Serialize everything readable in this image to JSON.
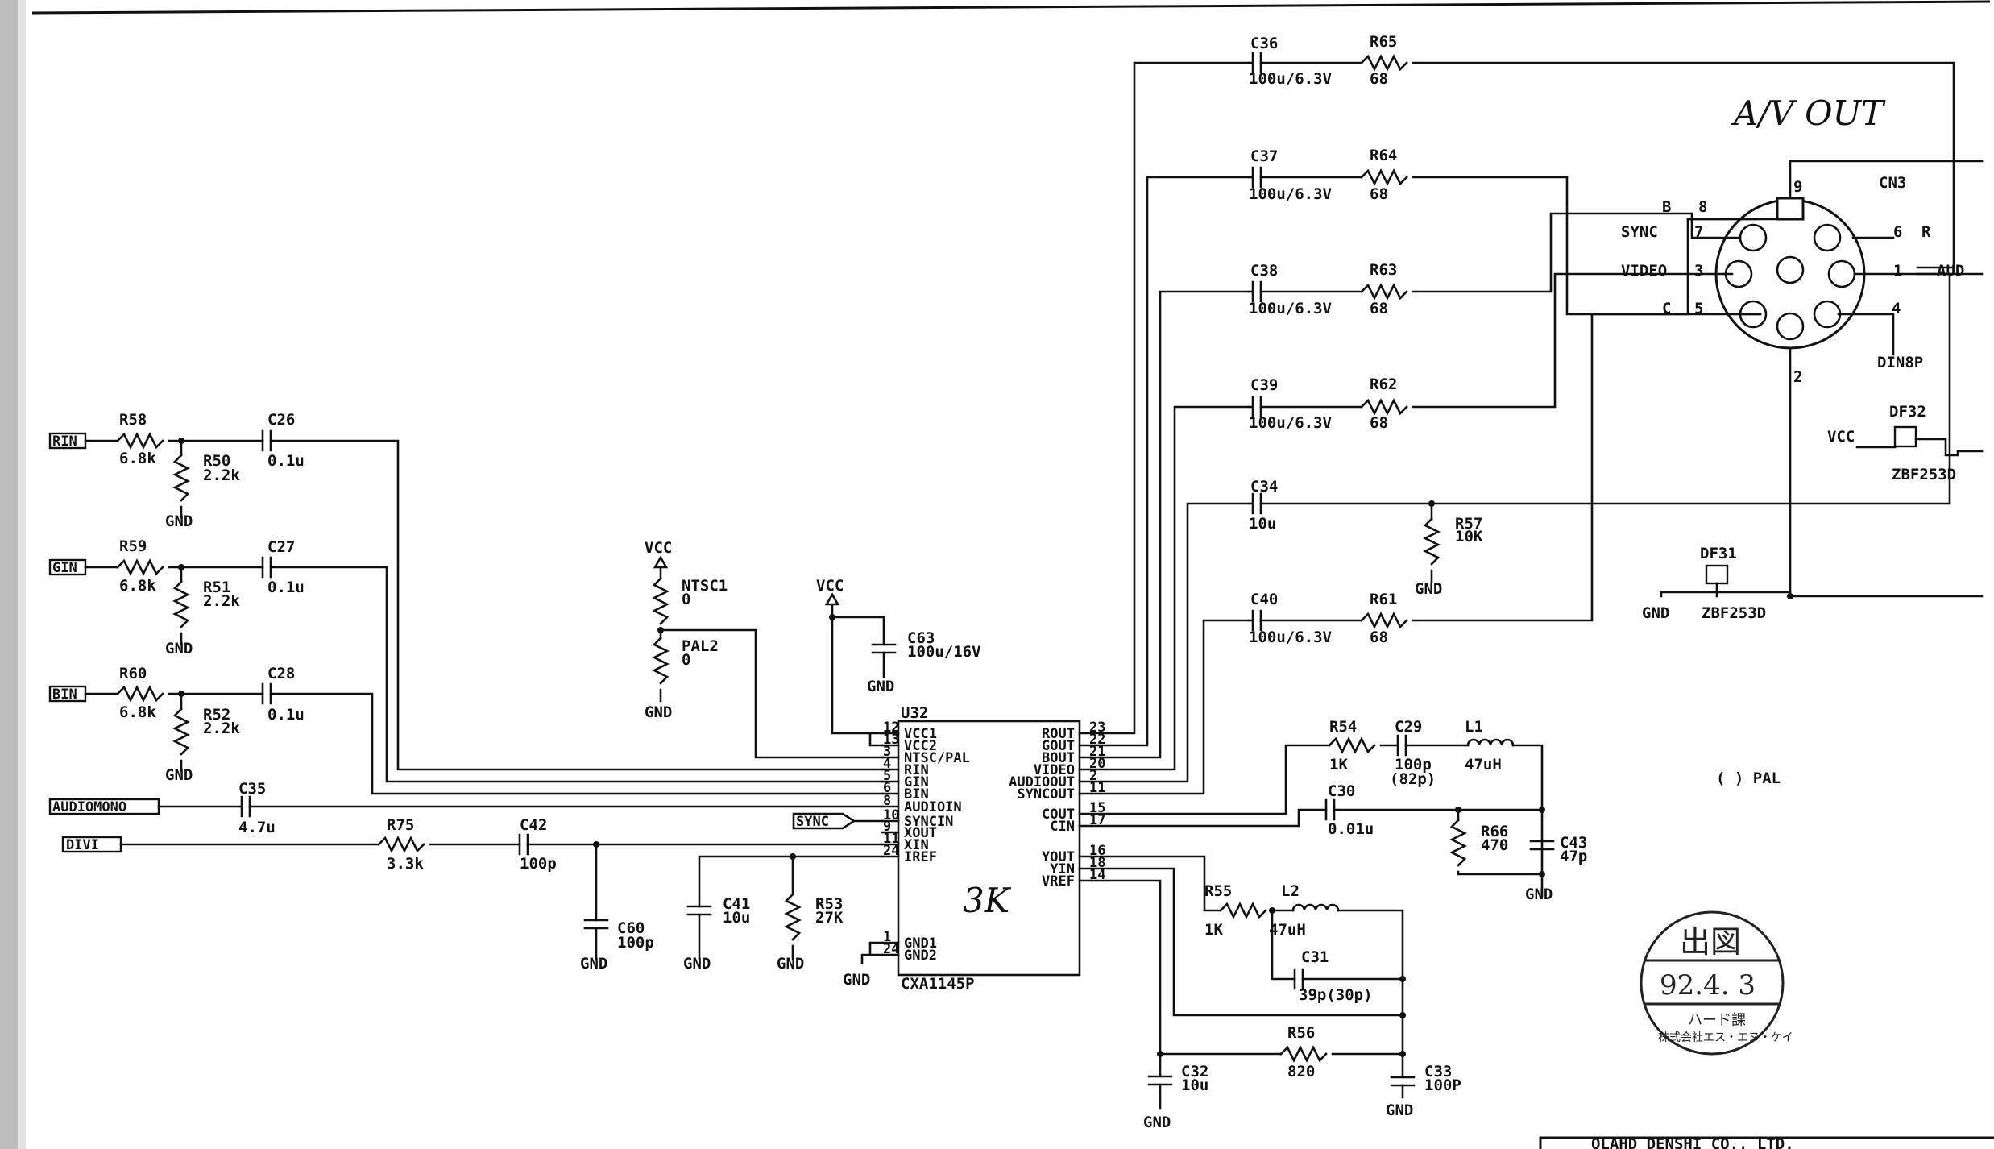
{
  "title_block": "OLAHD DENSHI CO., LTD.",
  "annotations": {
    "av_out": "A/V OUT",
    "note_3k": "3K",
    "pal_note": "( )  PAL"
  },
  "stamp": {
    "title": "出図",
    "date": "92.4. 3",
    "dept": "ハード課",
    "company": "株式会社エス・エヌ・ケイ"
  },
  "nets": {
    "rin": "RIN",
    "gin": "GIN",
    "bin": "BIN",
    "audiomono": "AUDIOMONO",
    "divi": "DIVI",
    "sync": "SYNC",
    "vcc": "VCC",
    "gnd": "GND"
  },
  "ic": {
    "ref": "U32",
    "part": "CXA1145P",
    "left_pins": [
      {
        "num": "12",
        "name": "VCC1"
      },
      {
        "num": "13",
        "name": "VCC2"
      },
      {
        "num": "3",
        "name": "NTSC/PAL"
      },
      {
        "num": "4",
        "name": "RIN"
      },
      {
        "num": "5",
        "name": "GIN"
      },
      {
        "num": "6",
        "name": "BIN"
      },
      {
        "num": "8",
        "name": "AUDIOIN"
      },
      {
        "num": "10",
        "name": "SYNCIN"
      },
      {
        "num": "9",
        "name": "XOUT"
      },
      {
        "num": "11",
        "name": "XIN"
      },
      {
        "num": "24",
        "name": "IREF"
      }
    ],
    "gnd_pins": [
      {
        "num": "1",
        "name": "GND1"
      },
      {
        "num": "24",
        "name": "GND2"
      }
    ],
    "right_pins": [
      {
        "num": "23",
        "name": "ROUT"
      },
      {
        "num": "22",
        "name": "GOUT"
      },
      {
        "num": "21",
        "name": "BOUT"
      },
      {
        "num": "20",
        "name": "VIDEO"
      },
      {
        "num": "2",
        "name": "AUDIOOUT"
      },
      {
        "num": "11",
        "name": "SYNCOUT"
      },
      {
        "num": "15",
        "name": "COUT"
      },
      {
        "num": "17",
        "name": "CIN"
      },
      {
        "num": "16",
        "name": "YOUT"
      },
      {
        "num": "18",
        "name": "YIN"
      },
      {
        "num": "14",
        "name": "VREF"
      }
    ]
  },
  "components": {
    "r58": {
      "ref": "R58",
      "val": "6.8k"
    },
    "r50": {
      "ref": "R50",
      "val": "2.2k"
    },
    "c26": {
      "ref": "C26",
      "val": "0.1u"
    },
    "r59": {
      "ref": "R59",
      "val": "6.8k"
    },
    "r51": {
      "ref": "R51",
      "val": "2.2k"
    },
    "c27": {
      "ref": "C27",
      "val": "0.1u"
    },
    "r60": {
      "ref": "R60",
      "val": "6.8k"
    },
    "r52": {
      "ref": "R52",
      "val": "2.2k"
    },
    "c28": {
      "ref": "C28",
      "val": "0.1u"
    },
    "c35": {
      "ref": "C35",
      "val": "4.7u"
    },
    "r75": {
      "ref": "R75",
      "val": "3.3k"
    },
    "c42": {
      "ref": "C42",
      "val": "100p"
    },
    "c60": {
      "ref": "C60",
      "val": "100p"
    },
    "c41": {
      "ref": "C41",
      "val": "10u"
    },
    "r53": {
      "ref": "R53",
      "val": "27K"
    },
    "ntsc1": {
      "ref": "NTSC1",
      "val": "0"
    },
    "pal2": {
      "ref": "PAL2",
      "val": "0"
    },
    "c63": {
      "ref": "C63",
      "val": "100u/16V"
    },
    "c36": {
      "ref": "C36",
      "val": "100u/6.3V"
    },
    "r65": {
      "ref": "R65",
      "val": "68"
    },
    "c37": {
      "ref": "C37",
      "val": "100u/6.3V"
    },
    "r64": {
      "ref": "R64",
      "val": "68"
    },
    "c38": {
      "ref": "C38",
      "val": "100u/6.3V"
    },
    "r63": {
      "ref": "R63",
      "val": "68"
    },
    "c39": {
      "ref": "C39",
      "val": "100u/6.3V"
    },
    "r62": {
      "ref": "R62",
      "val": "68"
    },
    "c34": {
      "ref": "C34",
      "val": "10u"
    },
    "r57": {
      "ref": "R57",
      "val": "10K"
    },
    "c40": {
      "ref": "C40",
      "val": "100u/6.3V"
    },
    "r61": {
      "ref": "R61",
      "val": "68"
    },
    "r54": {
      "ref": "R54",
      "val": "1K"
    },
    "c29": {
      "ref": "C29",
      "val": "100p",
      "alt": "(82p)"
    },
    "l1": {
      "ref": "L1",
      "val": "47uH"
    },
    "c30": {
      "ref": "C30",
      "val": "0.01u"
    },
    "r66": {
      "ref": "R66",
      "val": "470"
    },
    "c43": {
      "ref": "C43",
      "val": "47p"
    },
    "r55": {
      "ref": "R55",
      "val": "1K"
    },
    "l2": {
      "ref": "L2",
      "val": "47uH"
    },
    "c31": {
      "ref": "C31",
      "val": "39p(30p)"
    },
    "r56": {
      "ref": "R56",
      "val": "820"
    },
    "c32": {
      "ref": "C32",
      "val": "10u"
    },
    "c33": {
      "ref": "C33",
      "val": "100P"
    },
    "df31": {
      "ref": "DF31",
      "val": "ZBF253D"
    },
    "df32": {
      "ref": "DF32",
      "val": "ZBF253D"
    }
  },
  "connector": {
    "ref": "CN3",
    "type": "DIN8P",
    "pins": [
      {
        "num": "8",
        "label": "B"
      },
      {
        "num": "7",
        "label": "SYNC"
      },
      {
        "num": "3",
        "label": "VIDEO"
      },
      {
        "num": "5",
        "label": "C"
      },
      {
        "num": "6",
        "label": "R"
      },
      {
        "num": "1",
        "label": "AUD"
      },
      {
        "num": "4",
        "label": ""
      },
      {
        "num": "2",
        "label": ""
      },
      {
        "num": "9",
        "label": ""
      }
    ]
  }
}
